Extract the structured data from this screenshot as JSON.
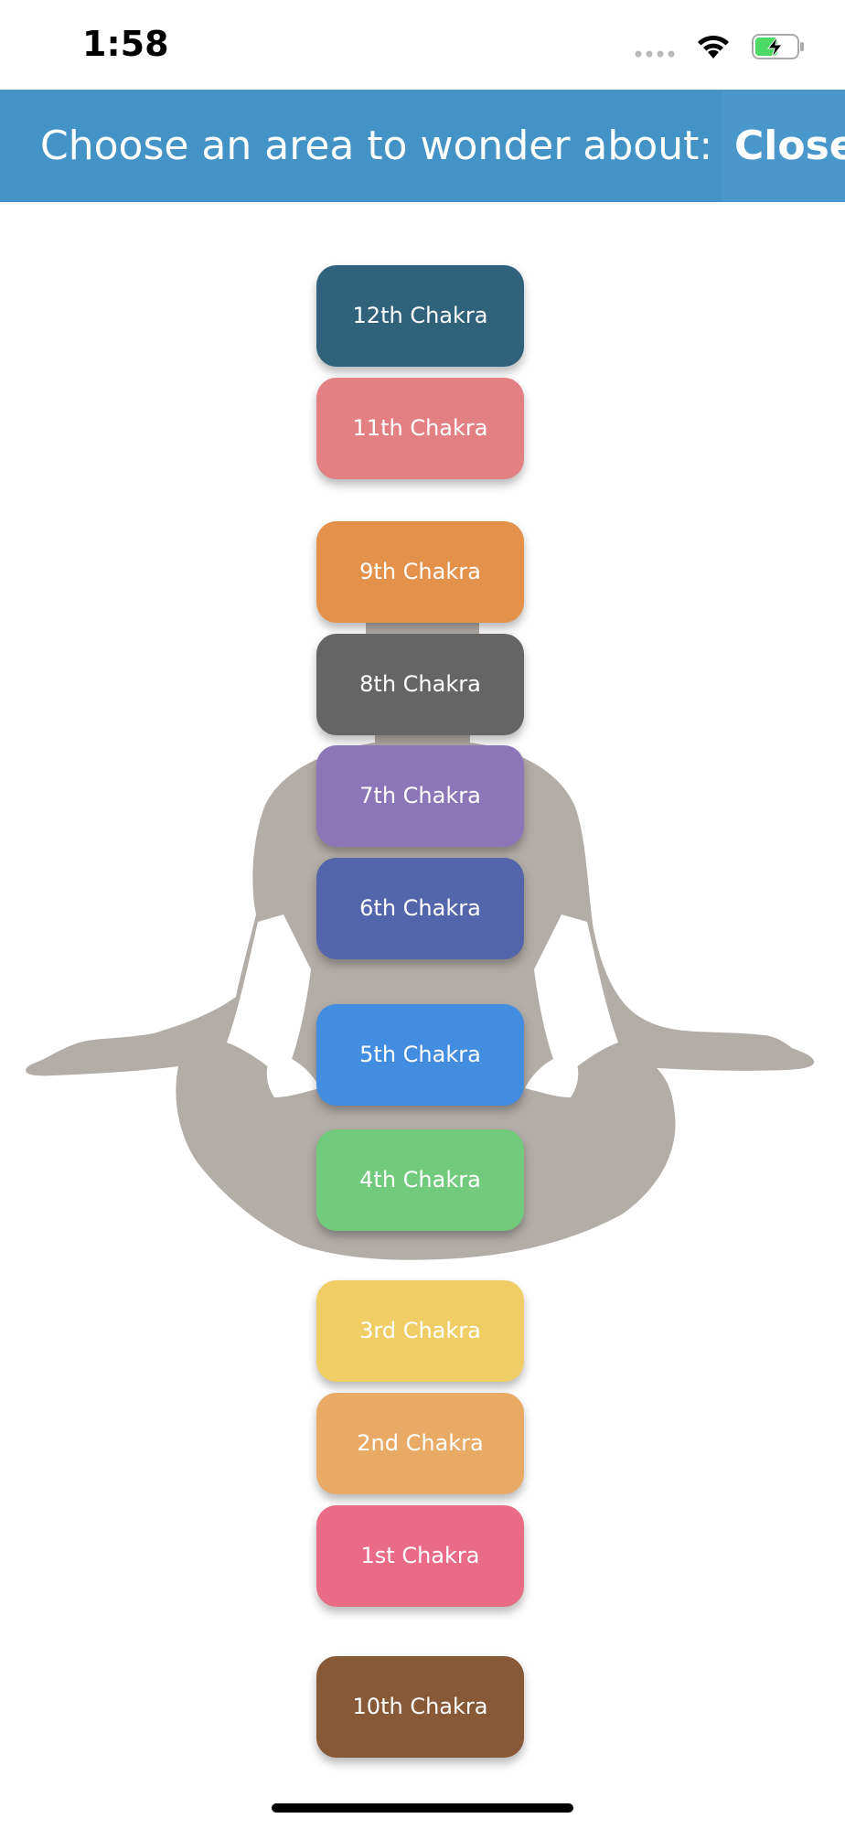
{
  "status_bar": {
    "time": "1:58",
    "icons": [
      "signal-icon",
      "wifi-icon",
      "battery-charging-icon"
    ]
  },
  "header": {
    "title": "Choose an area to wonder about:",
    "close_label": "Close",
    "background": "#4393c7"
  },
  "chakras": [
    {
      "label": "12th Chakra",
      "color": "#30627b"
    },
    {
      "label": "11th Chakra",
      "color": "#e38083"
    },
    {
      "label": "9th Chakra",
      "color": "#e4914b"
    },
    {
      "label": "8th Chakra",
      "color": "#656565"
    },
    {
      "label": "7th Chakra",
      "color": "#8b76b7"
    },
    {
      "label": "6th Chakra",
      "color": "#5365ab"
    },
    {
      "label": "5th Chakra",
      "color": "#438de0"
    },
    {
      "label": "4th Chakra",
      "color": "#72ca7c"
    },
    {
      "label": "3rd Chakra",
      "color": "#f1cd65"
    },
    {
      "label": "2nd Chakra",
      "color": "#e9aa66"
    },
    {
      "label": "1st Chakra",
      "color": "#e96b85"
    },
    {
      "label": "10th Chakra",
      "color": "#875937"
    }
  ],
  "figure": {
    "icon": "meditating-person-silhouette",
    "color": "#b3ada8"
  }
}
